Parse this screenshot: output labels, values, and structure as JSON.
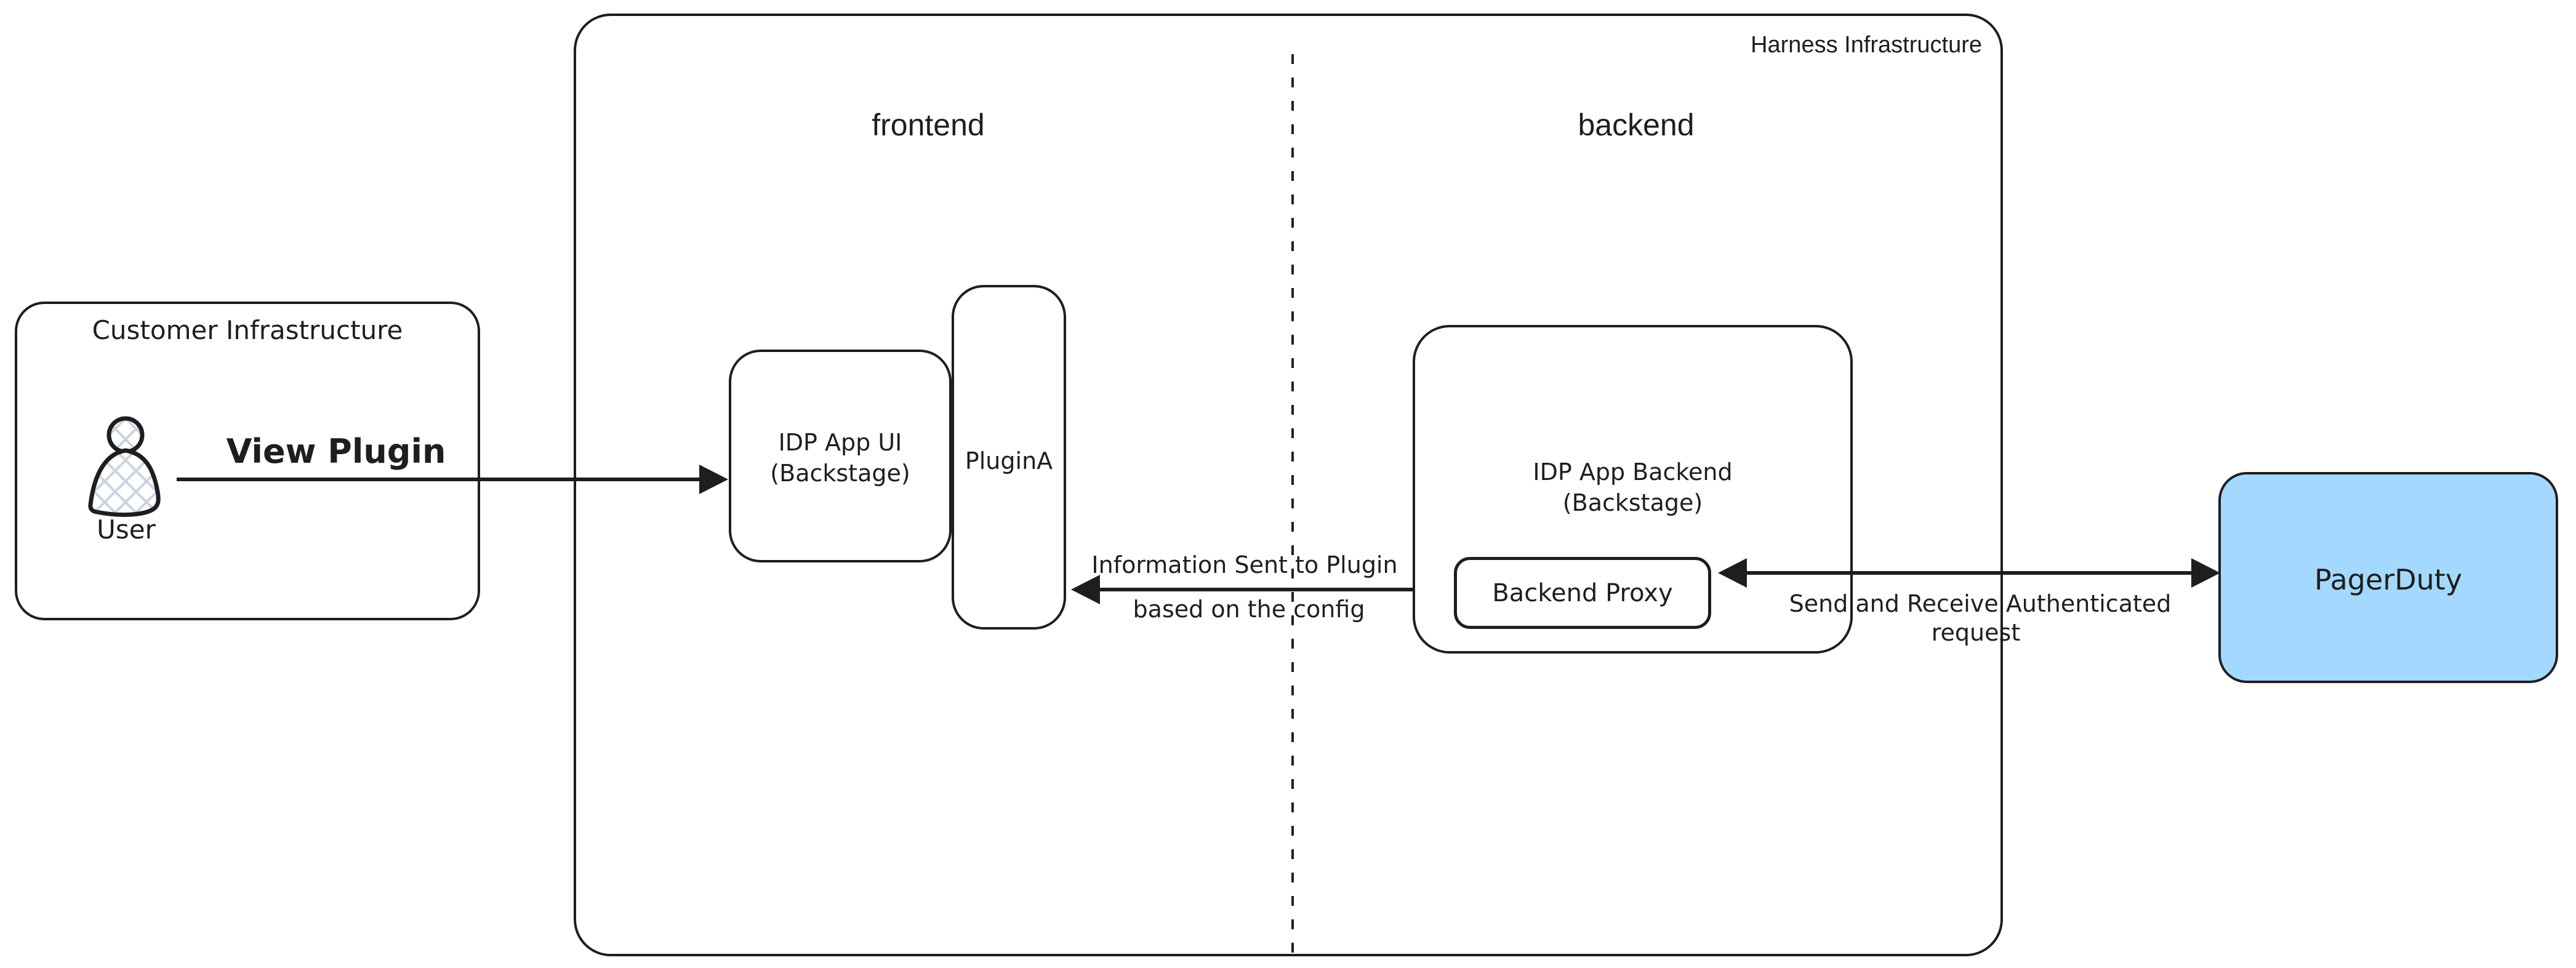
{
  "diagram": {
    "customer_infrastructure": {
      "label": "Customer Infrastructure",
      "user_label": "User",
      "user_icon": "user-silhouette"
    },
    "harness_infrastructure": {
      "label": "Harness Infrastructure",
      "frontend_label": "frontend",
      "backend_label": "backend"
    },
    "nodes": {
      "idp_app_ui": {
        "line1": "IDP App UI",
        "line2": "(Backstage)"
      },
      "plugin_a": {
        "label": "PluginA"
      },
      "idp_app_backend": {
        "line1": "IDP App Backend",
        "line2": "(Backstage)"
      },
      "backend_proxy": {
        "label": "Backend Proxy"
      },
      "pagerduty": {
        "label": "PagerDuty"
      }
    },
    "edges": {
      "view_plugin": {
        "label": "View Plugin"
      },
      "info_to_plugin": {
        "line1": "Information Sent to Plugin",
        "line2": "based on the config"
      },
      "send_receive": {
        "line1": "Send and Receive Authenticated",
        "line2": "request"
      }
    },
    "colors": {
      "stroke": "#1e1e1e",
      "pagerduty_fill": "#a5d8ff",
      "hatch": "#c9d4e0"
    }
  }
}
